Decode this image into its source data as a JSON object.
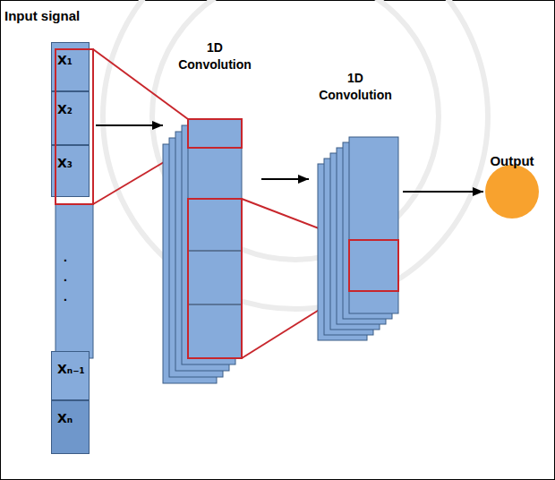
{
  "diagram": {
    "nodes": [
      {
        "text": [
          "Input signal"
        ]
      },
      {
        "text": [
          "X₁"
        ],
        "in": 0
      },
      {
        "text": [
          "X₂"
        ],
        "in": 0
      },
      {
        "text": [
          "X₃"
        ],
        "in": 0
      },
      {
        "text": [
          "Xₙ₋₁"
        ],
        "in": 0
      },
      {
        "text": [
          "Xₙ"
        ],
        "in": 0
      },
      {
        "text": [
          "1D Convolution"
        ]
      },
      {
        "text": [
          "1D Convolution"
        ]
      },
      {
        "text": [
          "Output"
        ]
      }
    ],
    "edges": [
      {
        "from": 0,
        "to": 6,
        "arrow": "to"
      },
      {
        "from": 6,
        "to": 7,
        "arrow": "to"
      },
      {
        "from": 7,
        "to": 8,
        "arrow": "to"
      }
    ],
    "labels": [
      ".",
      ".",
      "."
    ]
  }
}
